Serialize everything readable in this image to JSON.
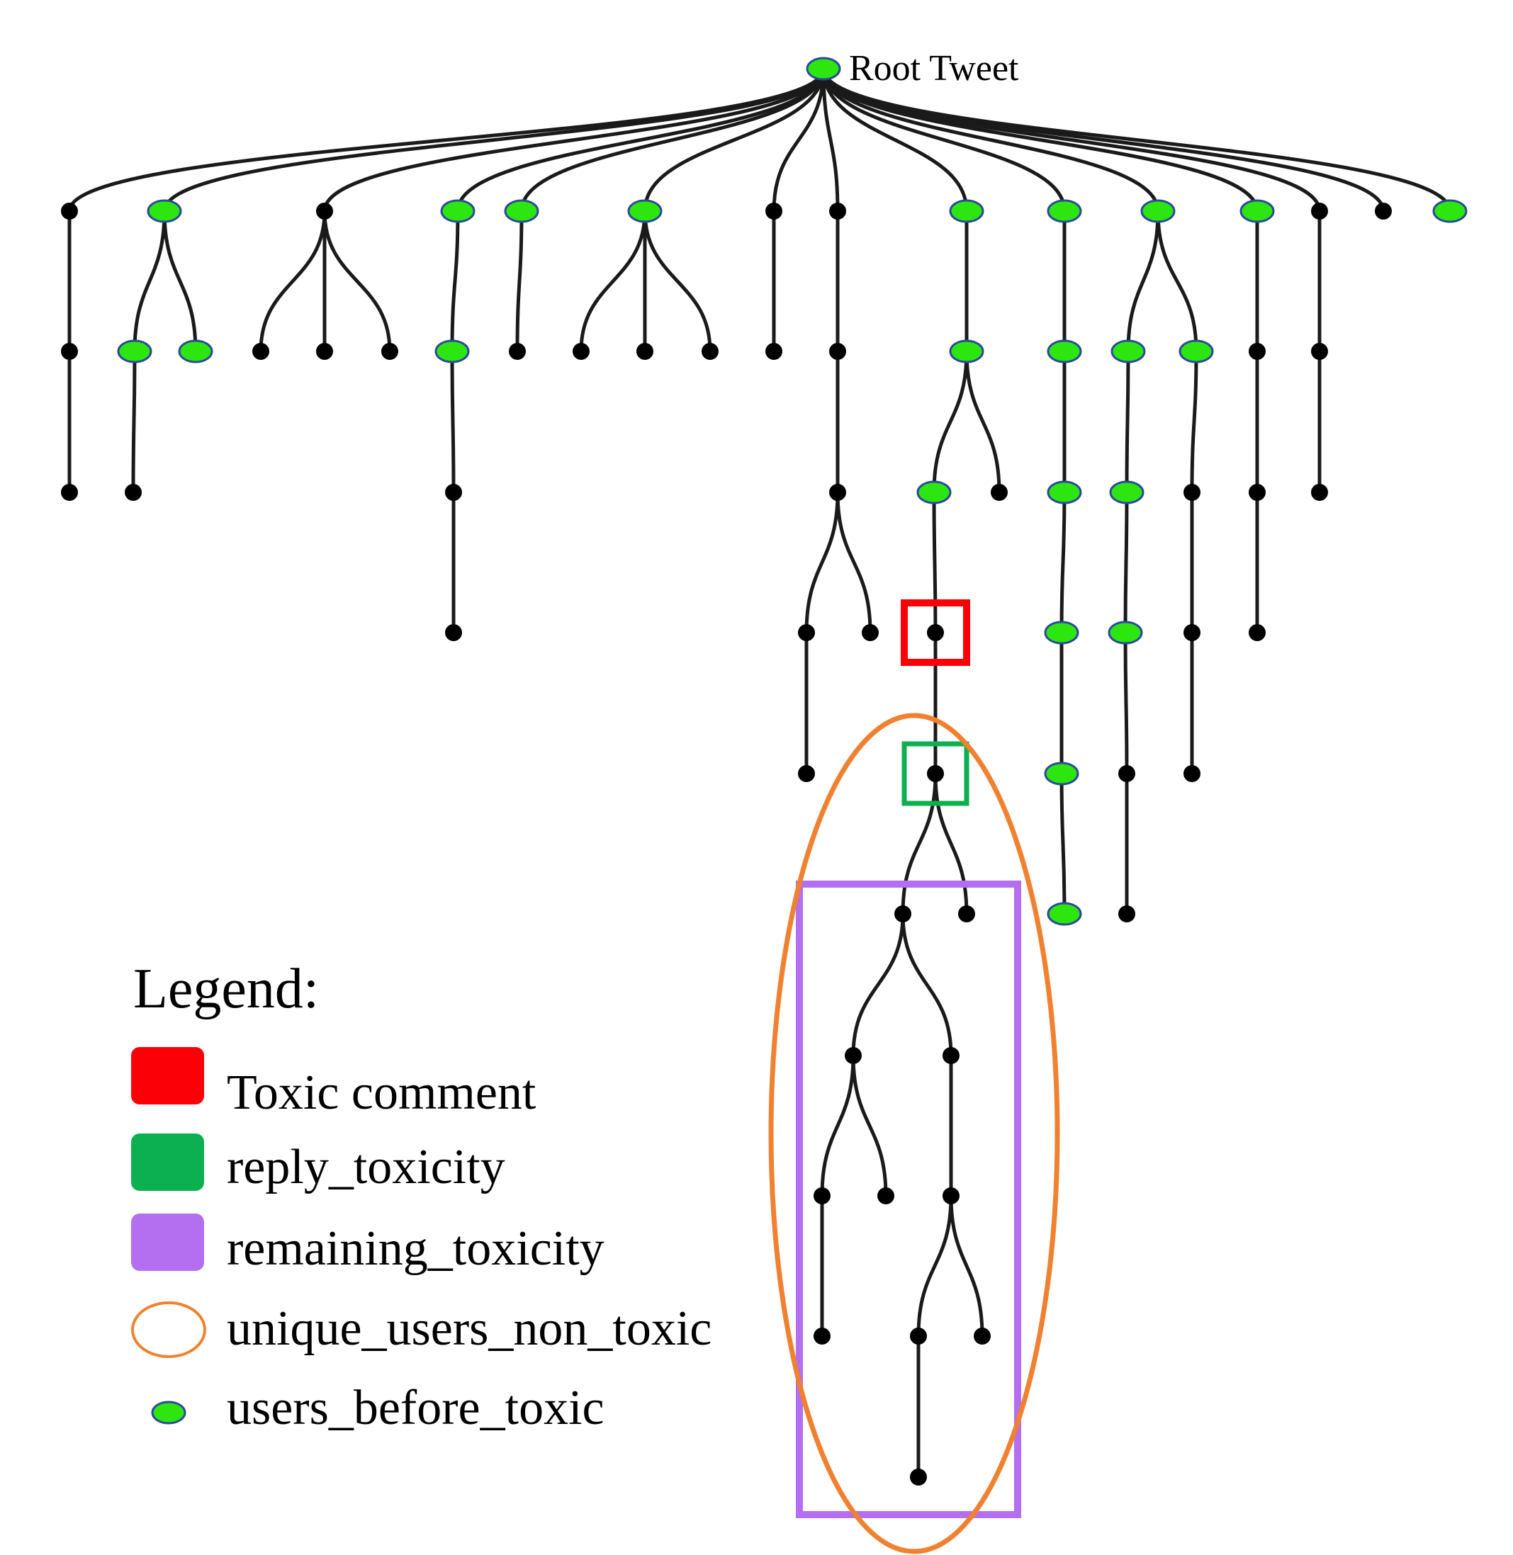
{
  "root_label": "Root Tweet",
  "legend": {
    "title": "Legend:",
    "items": [
      {
        "label": "Toxic comment",
        "kind": "filled-square",
        "color": "#fb0007"
      },
      {
        "label": "reply_toxicity",
        "kind": "filled-square",
        "color": "#0db050"
      },
      {
        "label": "remaining_toxicity",
        "kind": "filled-square",
        "color": "#b36ff0"
      },
      {
        "label": "unique_users_non_toxic",
        "kind": "outlined-ellipse",
        "color": "#f08131"
      },
      {
        "label": "users_before_toxic",
        "kind": "node",
        "color": "#2ee60f"
      }
    ]
  },
  "colors": {
    "user_node_fill": "#2ee60f",
    "user_node_stroke": "#2a4a9a",
    "reply_node": "#000000",
    "edge": "#1a1a1a",
    "toxic": "#fb0007",
    "reply_toxicity": "#0db050",
    "remaining_toxicity": "#b36ff0",
    "unique_users_non_toxic": "#f08131"
  },
  "tree": {
    "nodes": [
      {
        "id": "r",
        "type": "user"
      },
      {
        "id": "a1",
        "type": "reply"
      },
      {
        "id": "b1",
        "type": "user"
      },
      {
        "id": "c1",
        "type": "reply"
      },
      {
        "id": "d1",
        "type": "user"
      },
      {
        "id": "e1",
        "type": "user"
      },
      {
        "id": "f1",
        "type": "user"
      },
      {
        "id": "g1",
        "type": "reply"
      },
      {
        "id": "h1",
        "type": "reply"
      },
      {
        "id": "i1",
        "type": "user"
      },
      {
        "id": "j1",
        "type": "user"
      },
      {
        "id": "k1",
        "type": "user"
      },
      {
        "id": "l1",
        "type": "user"
      },
      {
        "id": "m1",
        "type": "reply"
      },
      {
        "id": "n1",
        "type": "reply"
      },
      {
        "id": "o1",
        "type": "user"
      },
      {
        "id": "a2",
        "type": "reply"
      },
      {
        "id": "b2",
        "type": "user"
      },
      {
        "id": "b2b",
        "type": "user"
      },
      {
        "id": "c2a",
        "type": "reply"
      },
      {
        "id": "c2b",
        "type": "reply"
      },
      {
        "id": "c2c",
        "type": "reply"
      },
      {
        "id": "d2",
        "type": "user"
      },
      {
        "id": "e2",
        "type": "reply"
      },
      {
        "id": "f2a",
        "type": "reply"
      },
      {
        "id": "f2b",
        "type": "reply"
      },
      {
        "id": "f2c",
        "type": "reply"
      },
      {
        "id": "g2",
        "type": "reply"
      },
      {
        "id": "h2",
        "type": "reply"
      },
      {
        "id": "i2",
        "type": "user"
      },
      {
        "id": "j2",
        "type": "user"
      },
      {
        "id": "k2a",
        "type": "user"
      },
      {
        "id": "k2b",
        "type": "user"
      },
      {
        "id": "l2",
        "type": "reply"
      },
      {
        "id": "m2",
        "type": "reply"
      },
      {
        "id": "a3",
        "type": "reply"
      },
      {
        "id": "b3",
        "type": "reply"
      },
      {
        "id": "d3",
        "type": "reply"
      },
      {
        "id": "h3",
        "type": "reply"
      },
      {
        "id": "i3a",
        "type": "user"
      },
      {
        "id": "i3b",
        "type": "reply"
      },
      {
        "id": "j3",
        "type": "user"
      },
      {
        "id": "k3a",
        "type": "user"
      },
      {
        "id": "k3b",
        "type": "reply"
      },
      {
        "id": "l3",
        "type": "reply"
      },
      {
        "id": "m3",
        "type": "reply"
      },
      {
        "id": "d4",
        "type": "reply"
      },
      {
        "id": "h4a",
        "type": "reply"
      },
      {
        "id": "h4b",
        "type": "reply"
      },
      {
        "id": "t4",
        "type": "reply",
        "mark": "toxic"
      },
      {
        "id": "j4",
        "type": "user"
      },
      {
        "id": "k4a",
        "type": "user"
      },
      {
        "id": "k4b",
        "type": "reply"
      },
      {
        "id": "l4",
        "type": "reply"
      },
      {
        "id": "h5",
        "type": "reply"
      },
      {
        "id": "r5",
        "type": "reply",
        "mark": "reply_toxicity"
      },
      {
        "id": "j5",
        "type": "user"
      },
      {
        "id": "k5a",
        "type": "reply"
      },
      {
        "id": "k5b",
        "type": "reply"
      },
      {
        "id": "p6a",
        "type": "reply"
      },
      {
        "id": "p6b",
        "type": "reply"
      },
      {
        "id": "j6",
        "type": "user"
      },
      {
        "id": "k6",
        "type": "reply"
      },
      {
        "id": "q7a",
        "type": "reply"
      },
      {
        "id": "q7b",
        "type": "reply"
      },
      {
        "id": "s8a",
        "type": "reply"
      },
      {
        "id": "s8b",
        "type": "reply"
      },
      {
        "id": "s8c",
        "type": "reply"
      },
      {
        "id": "u9a",
        "type": "reply"
      },
      {
        "id": "u9b",
        "type": "reply"
      },
      {
        "id": "u9c",
        "type": "reply"
      },
      {
        "id": "v10",
        "type": "reply"
      }
    ],
    "edges": [
      [
        "r",
        "a1"
      ],
      [
        "r",
        "b1"
      ],
      [
        "r",
        "c1"
      ],
      [
        "r",
        "d1"
      ],
      [
        "r",
        "e1"
      ],
      [
        "r",
        "f1"
      ],
      [
        "r",
        "g1"
      ],
      [
        "r",
        "h1"
      ],
      [
        "r",
        "i1"
      ],
      [
        "r",
        "j1"
      ],
      [
        "r",
        "k1"
      ],
      [
        "r",
        "l1"
      ],
      [
        "r",
        "m1"
      ],
      [
        "r",
        "n1"
      ],
      [
        "r",
        "o1"
      ],
      [
        "a1",
        "a2"
      ],
      [
        "b1",
        "b2"
      ],
      [
        "b1",
        "b2b"
      ],
      [
        "c1",
        "c2a"
      ],
      [
        "c1",
        "c2b"
      ],
      [
        "c1",
        "c2c"
      ],
      [
        "d1",
        "d2"
      ],
      [
        "e1",
        "e2"
      ],
      [
        "f1",
        "f2a"
      ],
      [
        "f1",
        "f2b"
      ],
      [
        "f1",
        "f2c"
      ],
      [
        "g1",
        "g2"
      ],
      [
        "h1",
        "h2"
      ],
      [
        "i1",
        "i2"
      ],
      [
        "j1",
        "j2"
      ],
      [
        "k1",
        "k2a"
      ],
      [
        "k1",
        "k2b"
      ],
      [
        "l1",
        "l2"
      ],
      [
        "m1",
        "m2"
      ],
      [
        "a2",
        "a3"
      ],
      [
        "b2",
        "b3"
      ],
      [
        "d2",
        "d3"
      ],
      [
        "h2",
        "h3"
      ],
      [
        "i2",
        "i3a"
      ],
      [
        "i2",
        "i3b"
      ],
      [
        "j2",
        "j3"
      ],
      [
        "k2a",
        "k3a"
      ],
      [
        "k2b",
        "k3b"
      ],
      [
        "l2",
        "l3"
      ],
      [
        "m2",
        "m3"
      ],
      [
        "d3",
        "d4"
      ],
      [
        "h3",
        "h4a"
      ],
      [
        "h3",
        "h4b"
      ],
      [
        "i3a",
        "t4"
      ],
      [
        "j3",
        "j4"
      ],
      [
        "k3a",
        "k4a"
      ],
      [
        "k3b",
        "k4b"
      ],
      [
        "l3",
        "l4"
      ],
      [
        "h4a",
        "h5"
      ],
      [
        "t4",
        "r5"
      ],
      [
        "j4",
        "j5"
      ],
      [
        "k4a",
        "k5a"
      ],
      [
        "k4b",
        "k5b"
      ],
      [
        "r5",
        "p6a"
      ],
      [
        "r5",
        "p6b"
      ],
      [
        "j5",
        "j6"
      ],
      [
        "k5a",
        "k6"
      ],
      [
        "p6a",
        "q7a"
      ],
      [
        "p6a",
        "q7b"
      ],
      [
        "q7a",
        "s8a"
      ],
      [
        "q7a",
        "s8b"
      ],
      [
        "q7b",
        "s8c"
      ],
      [
        "s8a",
        "u9a"
      ],
      [
        "s8c",
        "u9b"
      ],
      [
        "s8c",
        "u9c"
      ],
      [
        "u9b",
        "v10"
      ]
    ]
  }
}
